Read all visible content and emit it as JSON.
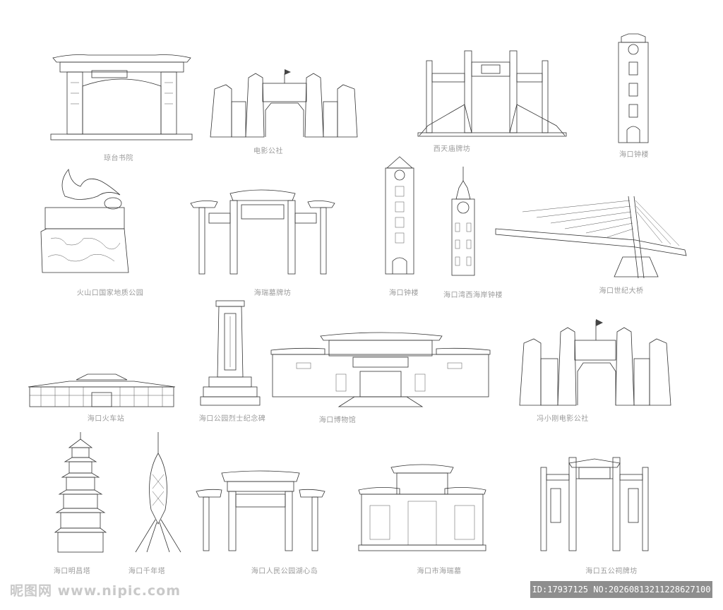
{
  "landmarks": [
    {
      "caption": "琼台书院",
      "icon": "traditional-gate-icon"
    },
    {
      "caption": "电影公社",
      "icon": "tower-gate-icon"
    },
    {
      "caption": "西天庙牌坊",
      "icon": "memorial-archway-icon"
    },
    {
      "caption": "海口钟楼",
      "icon": "clock-tower-icon"
    },
    {
      "caption": "火山口国家地质公园",
      "icon": "geopark-monument-icon"
    },
    {
      "caption": "海瑞墓牌坊",
      "icon": "ornate-archway-icon"
    },
    {
      "caption": "海口钟楼",
      "icon": "clock-tower-icon"
    },
    {
      "caption": "海口湾西海岸钟楼",
      "icon": "spire-clock-tower-icon"
    },
    {
      "caption": "海口世纪大桥",
      "icon": "cable-bridge-icon"
    },
    {
      "caption": "海口火车站",
      "icon": "railway-station-icon"
    },
    {
      "caption": "海口公园烈士纪念碑",
      "icon": "memorial-obelisk-icon"
    },
    {
      "caption": "海口博物馆",
      "icon": "museum-building-icon"
    },
    {
      "caption": "冯小刚电影公社",
      "icon": "tower-gate-icon"
    },
    {
      "caption": "海口明昌塔",
      "icon": "pagoda-icon"
    },
    {
      "caption": "海口千年塔",
      "icon": "lattice-tower-icon"
    },
    {
      "caption": "海口人民公园湖心岛",
      "icon": "ornate-archway-icon"
    },
    {
      "caption": "海口市海瑞墓",
      "icon": "traditional-gate-icon"
    },
    {
      "caption": "海口五公祠牌坊",
      "icon": "memorial-archway-icon"
    }
  ],
  "watermark": {
    "logo": "昵图网 www.nipic.com",
    "id_text": "ID:17937125 NO:20260813211228627100"
  }
}
